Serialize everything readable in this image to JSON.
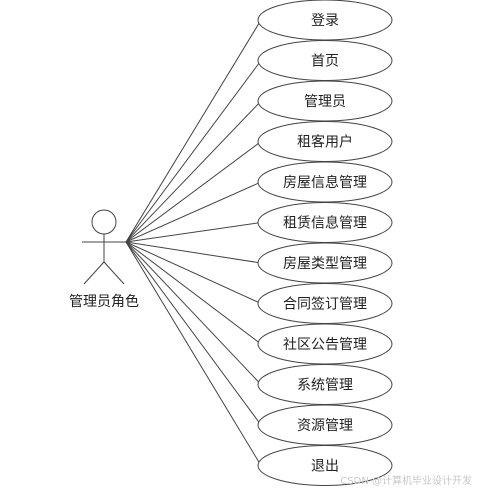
{
  "actor": {
    "label": "管理员角色"
  },
  "use_cases": [
    {
      "label": "登录"
    },
    {
      "label": "首页"
    },
    {
      "label": "管理员"
    },
    {
      "label": "租客用户"
    },
    {
      "label": "房屋信息管理"
    },
    {
      "label": "租赁信息管理"
    },
    {
      "label": "房屋类型管理"
    },
    {
      "label": "合同签订管理"
    },
    {
      "label": "社区公告管理"
    },
    {
      "label": "系统管理"
    },
    {
      "label": "资源管理"
    },
    {
      "label": "退出"
    }
  ],
  "watermark": "CSDN @计算机毕业设计开发"
}
